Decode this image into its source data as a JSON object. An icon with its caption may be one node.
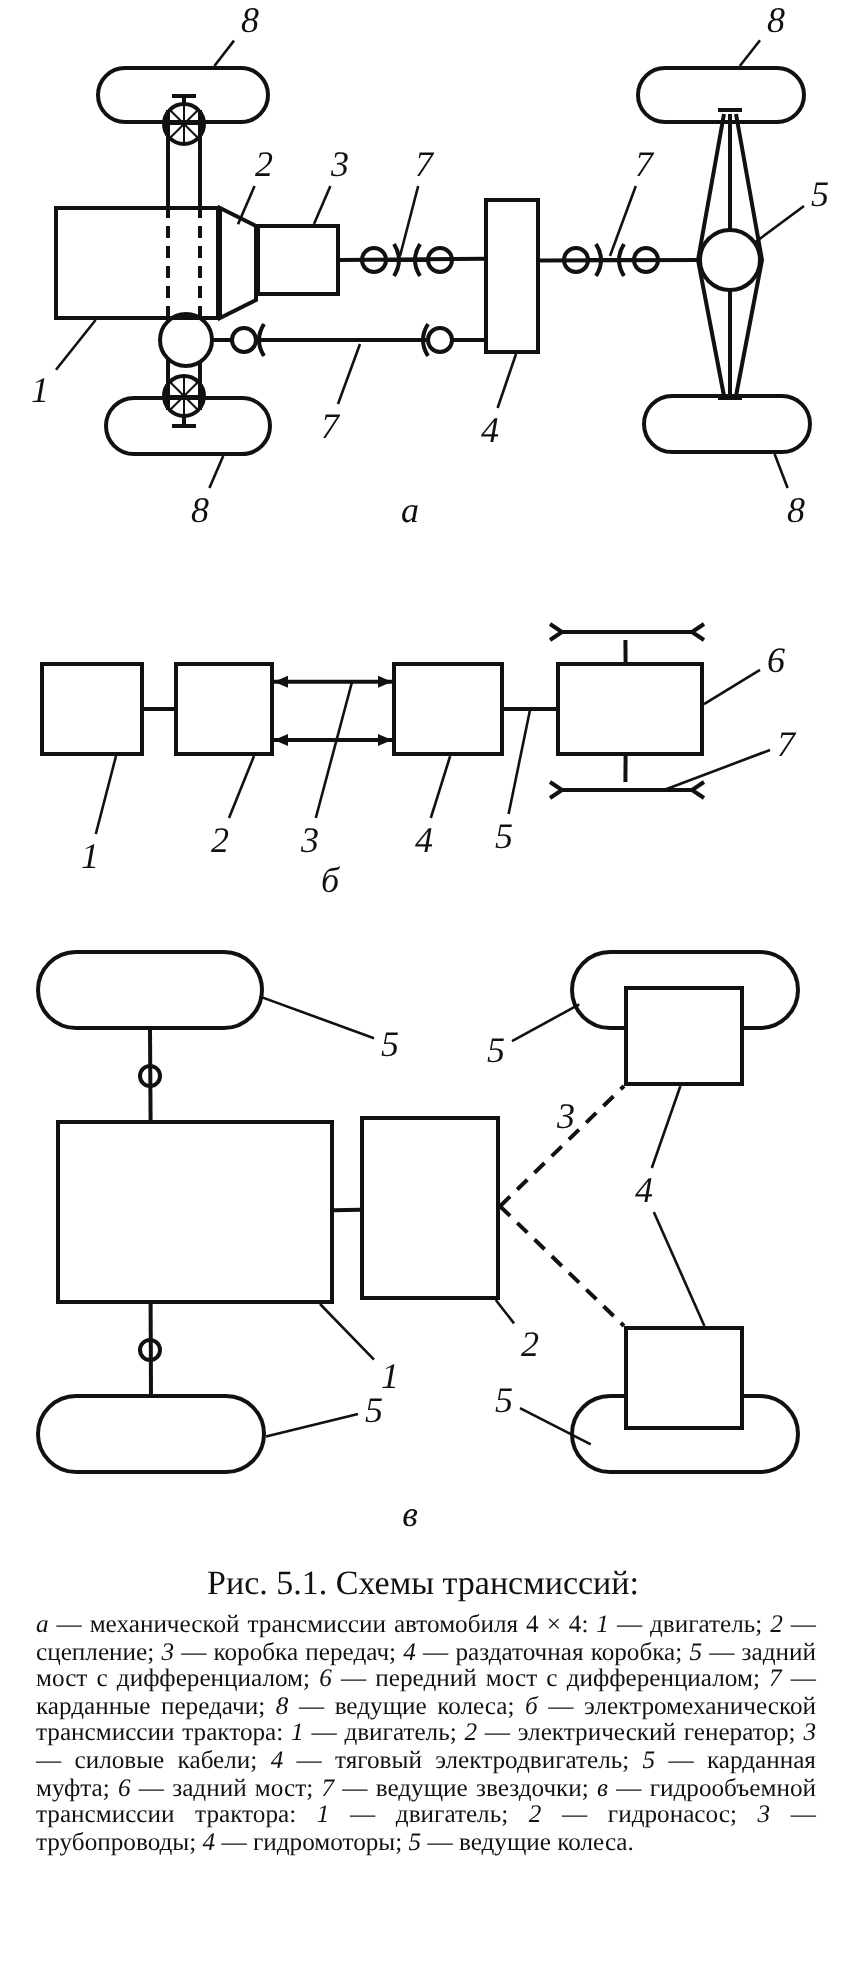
{
  "diagram": {
    "title": "Рис. 5.1. Схемы трансмиссий:",
    "caption": "*а* — механической трансмиссии автомобиля 4 × 4: *1* — двигатель; *2* — сцепление; *3* — коробка передач; *4* — раздаточная коробка; *5* — задний мост с дифференциалом; *6* — передний мост с дифференциалом; *7* — карданные передачи; *8* — ведущие колеса; *б* — электромеханической трансмиссии трактора: *1* — двигатель; *2* — электрический генератор; *3* — силовые кабели; *4* — тяговый электродвигатель; *5* — карданная муфта; *6* — задний мост; *7* — ведущие звездочки; *в* — гидрообъемной трансмиссии трактора: *1* — двигатель; *2* — гидронасос; *3* — трубопроводы; *4* — гидромоторы; *5* — ведущие колеса.",
    "nodes": [
      {
        "text": [],
        "shape": "box"
      },
      {
        "text": [],
        "shape": "trapezoid"
      },
      {
        "text": [],
        "shape": "box"
      },
      {
        "text": [],
        "shape": "box"
      },
      {
        "text": [],
        "shape": "circle"
      },
      {
        "text": [],
        "shape": "wheel"
      },
      {
        "text": [],
        "shape": "wheel"
      },
      {
        "text": [],
        "shape": "wheel"
      },
      {
        "text": [],
        "shape": "wheel"
      },
      {
        "text": [
          "1"
        ]
      },
      {
        "text": [
          "2"
        ]
      },
      {
        "text": [
          "3"
        ]
      },
      {
        "text": [
          "7"
        ]
      },
      {
        "text": [
          "7"
        ]
      },
      {
        "text": [
          "7"
        ]
      },
      {
        "text": [
          "4"
        ]
      },
      {
        "text": [
          "5"
        ]
      },
      {
        "text": [
          "8"
        ]
      },
      {
        "text": [
          "8"
        ]
      },
      {
        "text": [
          "8"
        ]
      },
      {
        "text": [
          "8"
        ]
      },
      {
        "text": [],
        "shape": "box"
      },
      {
        "text": [],
        "shape": "box"
      },
      {
        "text": [],
        "shape": "box"
      },
      {
        "text": [],
        "shape": "box"
      },
      {
        "text": [],
        "shape": "bar"
      },
      {
        "text": [],
        "shape": "bar"
      },
      {
        "text": [
          "1"
        ]
      },
      {
        "text": [
          "2"
        ]
      },
      {
        "text": [
          "3"
        ]
      },
      {
        "text": [
          "4"
        ]
      },
      {
        "text": [
          "5"
        ]
      },
      {
        "text": [
          "6"
        ]
      },
      {
        "text": [
          "7"
        ]
      },
      {
        "text": [],
        "shape": "wheel"
      },
      {
        "text": [],
        "shape": "box"
      },
      {
        "text": [],
        "shape": "box"
      },
      {
        "text": [],
        "shape": "wheel"
      },
      {
        "text": [],
        "shape": "box"
      },
      {
        "text": [],
        "shape": "wheel"
      },
      {
        "text": [],
        "shape": "box"
      },
      {
        "text": [],
        "shape": "wheel"
      },
      {
        "text": [
          "5"
        ]
      },
      {
        "text": [
          "5"
        ]
      },
      {
        "text": [
          "4"
        ]
      },
      {
        "text": [
          "1"
        ]
      },
      {
        "text": [
          "2"
        ]
      },
      {
        "text": [
          "5"
        ]
      },
      {
        "text": [
          "5"
        ]
      }
    ],
    "edges": [
      {
        "from": 9,
        "to": 0,
        "arrow": "none"
      },
      {
        "from": 10,
        "to": 1,
        "arrow": "none"
      },
      {
        "from": 11,
        "to": 2,
        "arrow": "none"
      },
      {
        "from": 12,
        "to": null,
        "arrow": "none"
      },
      {
        "from": 13,
        "to": null,
        "arrow": "none"
      },
      {
        "from": 14,
        "to": null,
        "arrow": "none"
      },
      {
        "from": 15,
        "to": 3,
        "arrow": "none"
      },
      {
        "from": 16,
        "to": 4,
        "arrow": "none"
      },
      {
        "from": 17,
        "to": 5,
        "arrow": "none"
      },
      {
        "from": 18,
        "to": 6,
        "arrow": "none"
      },
      {
        "from": 19,
        "to": 7,
        "arrow": "none"
      },
      {
        "from": 20,
        "to": 8,
        "arrow": "none"
      },
      {
        "from": 2,
        "to": 3,
        "arrow": "none"
      },
      {
        "from": 3,
        "to": 4,
        "arrow": "none"
      },
      {
        "from": 21,
        "to": 22,
        "arrow": "none"
      },
      {
        "from": 22,
        "to": 23,
        "arrow": "both"
      },
      {
        "from": 22,
        "to": 23,
        "arrow": "both"
      },
      {
        "from": 23,
        "to": 24,
        "arrow": "none"
      },
      {
        "from": 24,
        "to": 25,
        "arrow": "none"
      },
      {
        "from": 24,
        "to": 26,
        "arrow": "none"
      },
      {
        "from": 27,
        "to": 21,
        "arrow": "none"
      },
      {
        "from": 28,
        "to": 22,
        "arrow": "none"
      },
      {
        "from": 29,
        "to": null,
        "arrow": "none"
      },
      {
        "from": 30,
        "to": 23,
        "arrow": "none"
      },
      {
        "from": 31,
        "to": null,
        "arrow": "none"
      },
      {
        "from": 32,
        "to": 24,
        "arrow": "none"
      },
      {
        "from": 33,
        "to": 26,
        "arrow": "none"
      },
      {
        "from": 35,
        "to": 36,
        "arrow": "none"
      },
      {
        "from": 34,
        "to": 35,
        "arrow": "none"
      },
      {
        "from": 35,
        "to": 39,
        "arrow": "none"
      },
      {
        "from": 36,
        "to": 38,
        "arrow": "none",
        "style": "dashed"
      },
      {
        "from": 36,
        "to": 40,
        "arrow": "none",
        "style": "dashed"
      },
      {
        "from": 42,
        "to": 34,
        "arrow": "none"
      },
      {
        "from": 43,
        "to": 37,
        "arrow": "none"
      },
      {
        "from": 44,
        "to": 38,
        "arrow": "none"
      },
      {
        "from": 44,
        "to": 40,
        "arrow": "none"
      },
      {
        "from": 45,
        "to": 35,
        "arrow": "none"
      },
      {
        "from": 46,
        "to": 36,
        "arrow": "none"
      },
      {
        "from": 47,
        "to": 39,
        "arrow": "none"
      },
      {
        "from": 48,
        "to": 41,
        "arrow": "none"
      }
    ],
    "labels": [
      "а",
      "б",
      "3",
      "в"
    ]
  }
}
